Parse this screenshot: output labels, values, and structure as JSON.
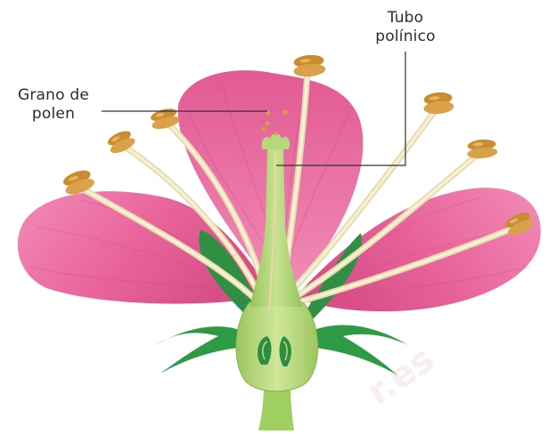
{
  "labels": {
    "pollen_grain": {
      "line1": "Grano de",
      "line2": "polen"
    },
    "pollen_tube": {
      "line1": "Tubo",
      "line2": "polínico"
    }
  },
  "colors": {
    "petal": "#e8629a",
    "petal_light": "#f49cc3",
    "petal_dark": "#c9407a",
    "filament": "#efe8c2",
    "anther": "#d49a3a",
    "pistil": "#a9cf6a",
    "ovary": "#b5d97c",
    "sepal": "#2e9a45",
    "stem": "#9fcf5e",
    "leader_line": "#333333",
    "watermark": "#f4d9d9"
  }
}
